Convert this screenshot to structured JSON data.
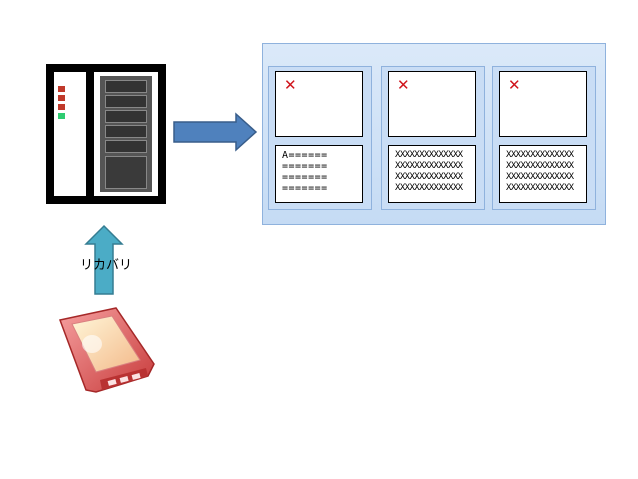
{
  "recovery_label": "リカバリ",
  "cards": [
    {
      "lines": [
        "A======",
        "=======",
        "=======",
        "======="
      ]
    },
    {
      "lines": [
        "XXXXXXXXXXXXXX",
        "XXXXXXXXXXXXXX",
        "XXXXXXXXXXXXXX",
        "XXXXXXXXXXXXXX"
      ]
    },
    {
      "lines": [
        "XXXXXXXXXXXXXX",
        "XXXXXXXXXXXXXX",
        "XXXXXXXXXXXXXX",
        "XXXXXXXXXXXXXX"
      ]
    }
  ],
  "colors": {
    "arrow_right": "#4f81bd",
    "arrow_up": "#4bacc6",
    "error_x": "#d0141c",
    "device": "#e05a5a"
  },
  "icons": {
    "error": "red-x-icon",
    "server": "server-icon",
    "device": "memory-card-icon"
  }
}
